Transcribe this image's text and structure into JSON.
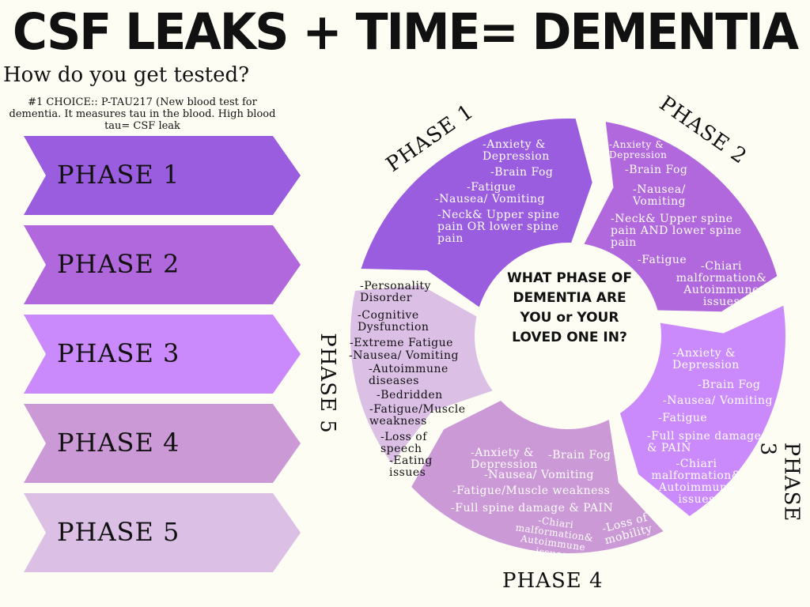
{
  "title": "CSF LEAKS + TIME= DEMENTIA",
  "question": "How do you get tested?",
  "choice": "#1 CHOICE:: P-TAU217 (New blood test for dementia. It measures tau in the blood. High blood tau= CSF leak",
  "colors": {
    "phase1": "#9b5de0",
    "phase2": "#b168dc",
    "phase3": "#cb8afc",
    "phase4": "#cb9ad6",
    "phase5": "#dbbfe5",
    "background": "#fdfdf4"
  },
  "arrows": [
    "PHASE 1",
    "PHASE 2",
    "PHASE 3",
    "PHASE 4",
    "PHASE 5"
  ],
  "wheel": {
    "center": "WHAT PHASE OF DEMENTIA ARE YOU or YOUR LOVED ONE IN?",
    "phase1": {
      "label": "PHASE 1",
      "items": [
        "-Anxiety & Depression",
        "-Brain Fog",
        "-Fatigue",
        "-Nausea/ Vomiting",
        "-Neck& Upper spine pain OR lower spine pain"
      ]
    },
    "phase2": {
      "label": "PHASE 2",
      "items": [
        "-Anxiety & Depression",
        "-Brain Fog",
        "-Nausea/ Vomiting",
        "-Neck& Upper spine pain AND lower spine pain",
        "-Fatigue",
        "-Chiari malformation& Autoimmune issues"
      ]
    },
    "phase3": {
      "label": "PHASE 3",
      "items": [
        "-Anxiety & Depression",
        "-Brain Fog",
        "-Nausea/ Vomiting",
        "-Fatigue",
        "-Full spine damage & PAIN",
        "-Chiari malformation& Autoimmune issues"
      ]
    },
    "phase4": {
      "label": "PHASE 4",
      "items": [
        "-Anxiety & Depression",
        "-Brain Fog",
        "-Nausea/ Vomiting",
        "-Fatigue/Muscle weakness",
        "-Full spine damage & PAIN",
        "-Chiari malformation& Autoimmune issues",
        "-Loss of mobility"
      ]
    },
    "phase5": {
      "label": "PHASE 5",
      "items": [
        "-Personality Disorder",
        "-Cognitive Dysfunction",
        "-Extreme Fatigue",
        "-Nausea/ Vomiting",
        "-Autoimmune diseases",
        "-Bedridden",
        "-Fatigue/Muscle weakness",
        "-Loss of speech",
        "-Eating issues"
      ]
    }
  }
}
